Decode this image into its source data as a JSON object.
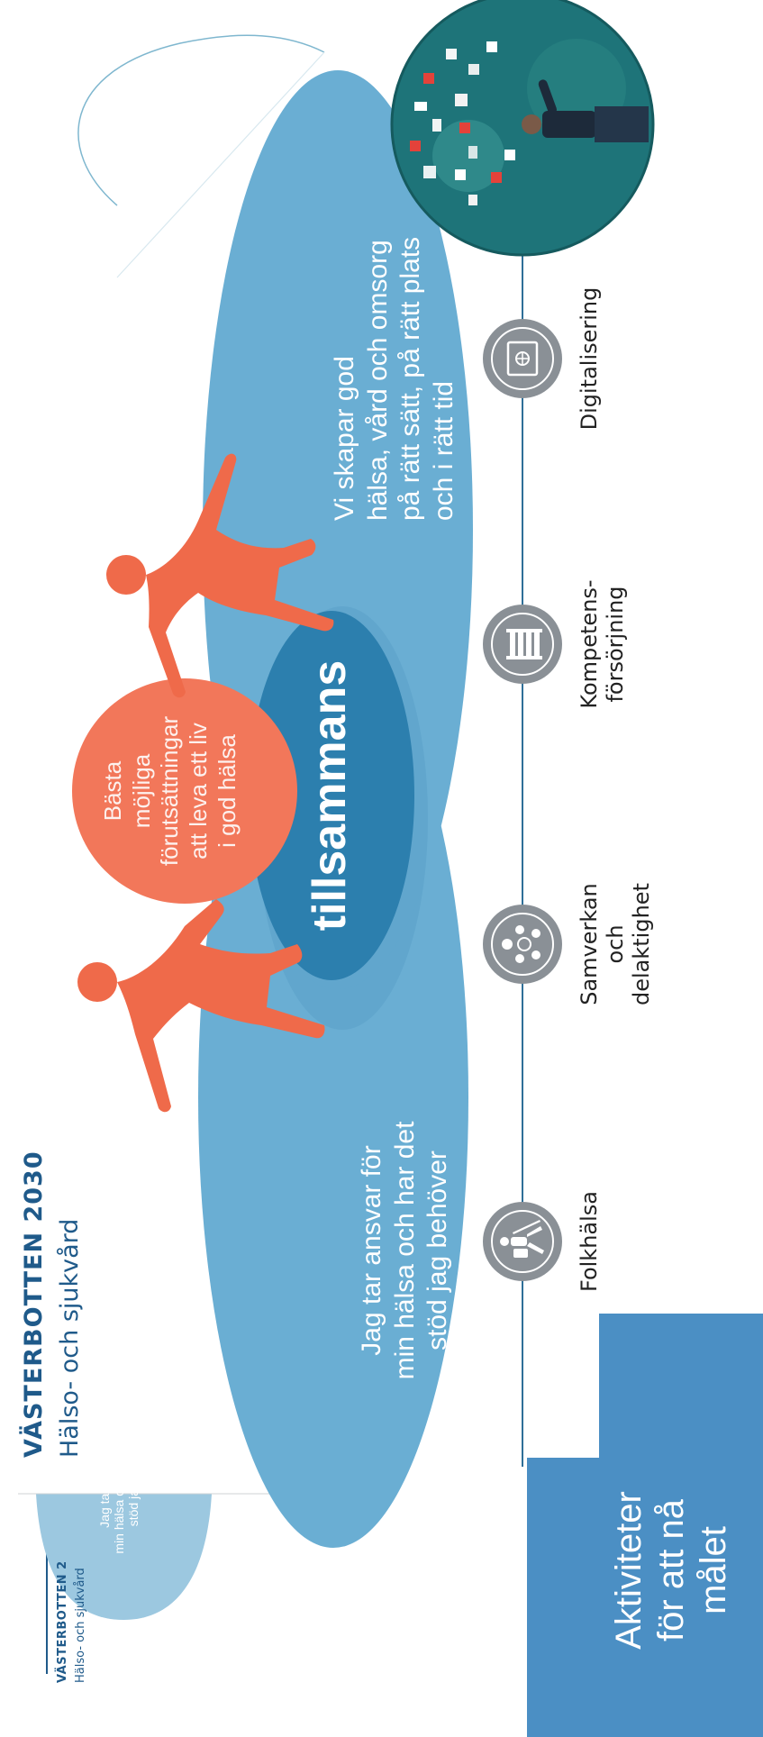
{
  "header": {
    "title": "VÄSTERBOTTEN 2030",
    "subtitle": "Hälso- och sjukvård"
  },
  "thumbnail": {
    "title": "VÄSTERBOTTEN 2",
    "subtitle": "Hälso- och sjukvård",
    "ellipse_text": [
      "Jag tar",
      "min hälsa o",
      "stöd ja"
    ]
  },
  "arrow": {
    "lines": [
      "Aktiviteter",
      "för att nå",
      "målet"
    ]
  },
  "goals": {
    "individual": [
      "Jag tar ansvar för",
      "min hälsa och har det",
      "stöd jag behöver"
    ],
    "center": "tillsammans",
    "system": [
      "Vi skapar god",
      "hälsa, vård och omsorg",
      "på rätt sätt, på rätt plats",
      "och i rätt tid"
    ],
    "circle": [
      "Bästa",
      "möjliga",
      "förutsättningar",
      "att leva ett liv",
      "i god hälsa"
    ]
  },
  "activities": [
    {
      "icon": "hiker-icon",
      "label": [
        "Folkhälsa"
      ]
    },
    {
      "icon": "people-network-icon",
      "label": [
        "Samverkan och",
        "delaktighet"
      ]
    },
    {
      "icon": "professionals-icon",
      "label": [
        "Kompetens-",
        "försörjning"
      ]
    },
    {
      "icon": "screen-globe-icon",
      "label": [
        "Digitalisering"
      ]
    }
  ],
  "colors": {
    "light_blue": "#6aaed3",
    "dark_blue": "#2c7fae",
    "coral": "#f2775a",
    "figure": "#ef6a4a",
    "arrow": "#4b8fc4",
    "navy_text": "#1f5a8a",
    "icon_grey": "#8a9096"
  }
}
